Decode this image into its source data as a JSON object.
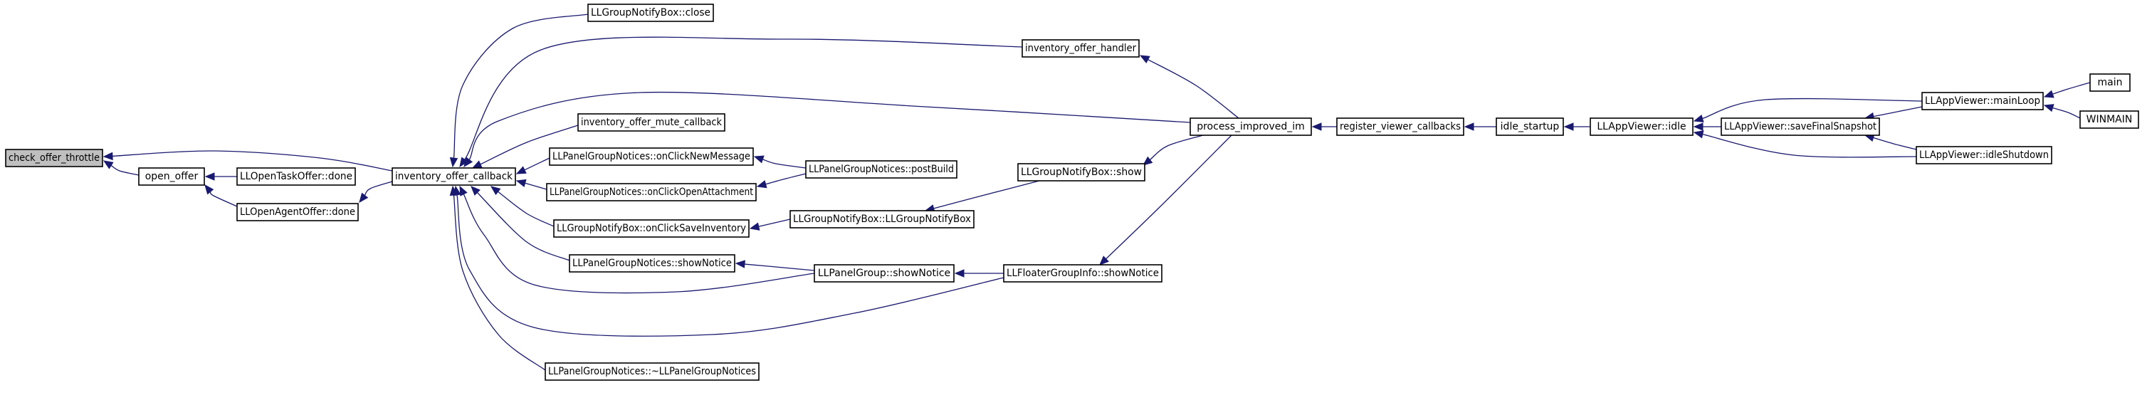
{
  "diagram": {
    "type": "caller-graph",
    "colors": {
      "edge": "#191970",
      "node_border": "#000000",
      "root_fill": "#bfbfbf",
      "node_fill": "#ffffff"
    },
    "nodes": [
      {
        "id": "n0",
        "label": "check_offer_throttle"
      },
      {
        "id": "n1",
        "label": "open_offer"
      },
      {
        "id": "n2",
        "label": "LLOpenTaskOffer::done"
      },
      {
        "id": "n3",
        "label": "LLOpenAgentOffer::done"
      },
      {
        "id": "n4",
        "label": "inventory_offer_callback"
      },
      {
        "id": "n5",
        "label": "LLGroupNotifyBox::close"
      },
      {
        "id": "n6",
        "label": "inventory_offer_handler"
      },
      {
        "id": "n7",
        "label": "inventory_offer_mute_callback"
      },
      {
        "id": "n8",
        "label": "LLPanelGroupNotices::onClickNewMessage"
      },
      {
        "id": "n9",
        "label": "LLPanelGroupNotices::onClickOpenAttachment"
      },
      {
        "id": "n10",
        "label": "LLGroupNotifyBox::onClickSaveInventory"
      },
      {
        "id": "n11",
        "label": "LLPanelGroupNotices::showNotice"
      },
      {
        "id": "n12",
        "label": "LLPanelGroupNotices::~LLPanelGroupNotices"
      },
      {
        "id": "n13",
        "label": "LLPanelGroupNotices::postBuild"
      },
      {
        "id": "n14",
        "label": "LLGroupNotifyBox::show"
      },
      {
        "id": "n15",
        "label": "LLGroupNotifyBox::LLGroupNotifyBox"
      },
      {
        "id": "n16",
        "label": "LLPanelGroup::showNotice"
      },
      {
        "id": "n17",
        "label": "LLFloaterGroupInfo::showNotice"
      },
      {
        "id": "n18",
        "label": "process_improved_im"
      },
      {
        "id": "n19",
        "label": "register_viewer_callbacks"
      },
      {
        "id": "n20",
        "label": "idle_startup"
      },
      {
        "id": "n21",
        "label": "LLAppViewer::idle"
      },
      {
        "id": "n22",
        "label": "LLAppViewer::saveFinalSnapshot"
      },
      {
        "id": "n23",
        "label": "LLAppViewer::mainLoop"
      },
      {
        "id": "n24",
        "label": "LLAppViewer::idleShutdown"
      },
      {
        "id": "n25",
        "label": "main"
      },
      {
        "id": "n26",
        "label": "WINMAIN"
      }
    ],
    "edges": [
      {
        "from": "n1",
        "to": "n0"
      },
      {
        "from": "n4",
        "to": "n0"
      },
      {
        "from": "n2",
        "to": "n1"
      },
      {
        "from": "n3",
        "to": "n1"
      },
      {
        "from": "n4",
        "to": "n3"
      },
      {
        "from": "n5",
        "to": "n4"
      },
      {
        "from": "n6",
        "to": "n4"
      },
      {
        "from": "n18",
        "to": "n4"
      },
      {
        "from": "n7",
        "to": "n4"
      },
      {
        "from": "n8",
        "to": "n4"
      },
      {
        "from": "n9",
        "to": "n4"
      },
      {
        "from": "n10",
        "to": "n4"
      },
      {
        "from": "n11",
        "to": "n4"
      },
      {
        "from": "n16",
        "to": "n4"
      },
      {
        "from": "n17",
        "to": "n4"
      },
      {
        "from": "n12",
        "to": "n4"
      },
      {
        "from": "n18",
        "to": "n6"
      },
      {
        "from": "n13",
        "to": "n8"
      },
      {
        "from": "n13",
        "to": "n9"
      },
      {
        "from": "n15",
        "to": "n10"
      },
      {
        "from": "n16",
        "to": "n11"
      },
      {
        "from": "n18",
        "to": "n14"
      },
      {
        "from": "n14",
        "to": "n15"
      },
      {
        "from": "n17",
        "to": "n16"
      },
      {
        "from": "n18",
        "to": "n17"
      },
      {
        "from": "n19",
        "to": "n18"
      },
      {
        "from": "n20",
        "to": "n19"
      },
      {
        "from": "n21",
        "to": "n20"
      },
      {
        "from": "n22",
        "to": "n21"
      },
      {
        "from": "n23",
        "to": "n21"
      },
      {
        "from": "n24",
        "to": "n21"
      },
      {
        "from": "n23",
        "to": "n22"
      },
      {
        "from": "n24",
        "to": "n22"
      },
      {
        "from": "n25",
        "to": "n23"
      },
      {
        "from": "n26",
        "to": "n23"
      }
    ]
  }
}
